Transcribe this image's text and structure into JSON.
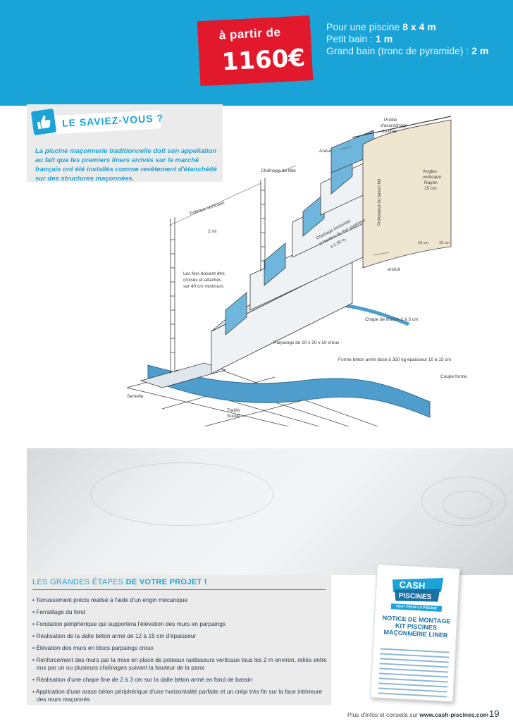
{
  "price": {
    "from_label": "à partir de",
    "amount": "1160€"
  },
  "specs": {
    "line1_prefix": "Pour une piscine ",
    "line1_value": "8 x 4 m",
    "line2_prefix": "Petit bain : ",
    "line2_value": "1 m",
    "line3_prefix": "Grand bain (tronc de pyramide) : ",
    "line3_value": "2 m"
  },
  "info": {
    "title": "LE SAVIEZ-VOUS ?",
    "text": "La piscine maçonnerie traditionnelle doit son appellation au fait que les premiers liners arrivés sur le marché français ont été installés comme revêtement d'étanchéité sur des structures maçonnées.",
    "icon": "thumbs-up-icon"
  },
  "diagram": {
    "profil": [
      "Profilé",
      "d'accrochage",
      "du liner"
    ],
    "arase": "Arase",
    "chainage_tete": "Chaînage de tête",
    "poteaux": "Poteaux verticaux",
    "distance": "2 ml",
    "chainage_horizontal": [
      "Chaînage horizontal",
      "si hauteur du mur supérieur",
      "à 1,30 m."
    ],
    "profondeur": "Profondeur du bassin fini",
    "angles": [
      "Angles",
      "verticaux",
      "Rayon",
      "15 cm"
    ],
    "dim1": "15 cm",
    "dim2": "15 cm",
    "enduit": "enduit",
    "fers": [
      "Les fers doivent être",
      "croisés et attachés",
      "sur 40 cm minimum."
    ],
    "chape": "Chape de finition 2 à 3 cm",
    "parpaings": "Parpaings de 20 x 20 x 50 creux",
    "forme": "Forme béton armé dosé à 350 kg épaisseur 10 à 15 cm",
    "coupe": "Coupe forme",
    "semelle": "Semelle",
    "treillis": [
      "Treillis",
      "Soudé"
    ]
  },
  "steps": {
    "title_plain": "LES GRANDES ÉTAPES ",
    "title_bold": "DE VOTRE PROJET !",
    "items": [
      "Terrassement précis réalisé à l'aide d'un engin mécanique",
      "Ferraillage du fond",
      "Fondation périphérique qui supportera l'élévation des murs en parpaings",
      "Réalisation de la dalle béton armé de 12 à 15 cm d'épaisseur",
      "Élévation des murs en blocs parpaings creux",
      "Renforcement des murs par la mise en place de poteaux raidisseurs verticaux tous les 2 m environ, reliés entre eux par un ou plusieurs chaînages suivant la hauteur de la paroi",
      "Réalisation d'une chape fine de 2 à 3 cm sur la dalle béton armé en fond de bassin",
      "Application d'une arase béton périphérique d'une horizontalité parfaite et un crépi très fin sur la face intérieure des murs maçonnés"
    ]
  },
  "booklet": {
    "brand_top": "CASH",
    "brand_bottom": "PISCINES",
    "tagline": "TOUT POUR LA PISCINE",
    "title": "NOTICE DE MONTAGE KIT PISCINES MAÇONNERIE LINER"
  },
  "footer": {
    "prefix": "Plus d'infos et conseils sur ",
    "url": "www.cash-piscines.com",
    "page": "19"
  },
  "colors": {
    "accent_blue": "#1aa3d7",
    "price_red": "#e2192c",
    "panel_grey": "#ebebeb"
  }
}
